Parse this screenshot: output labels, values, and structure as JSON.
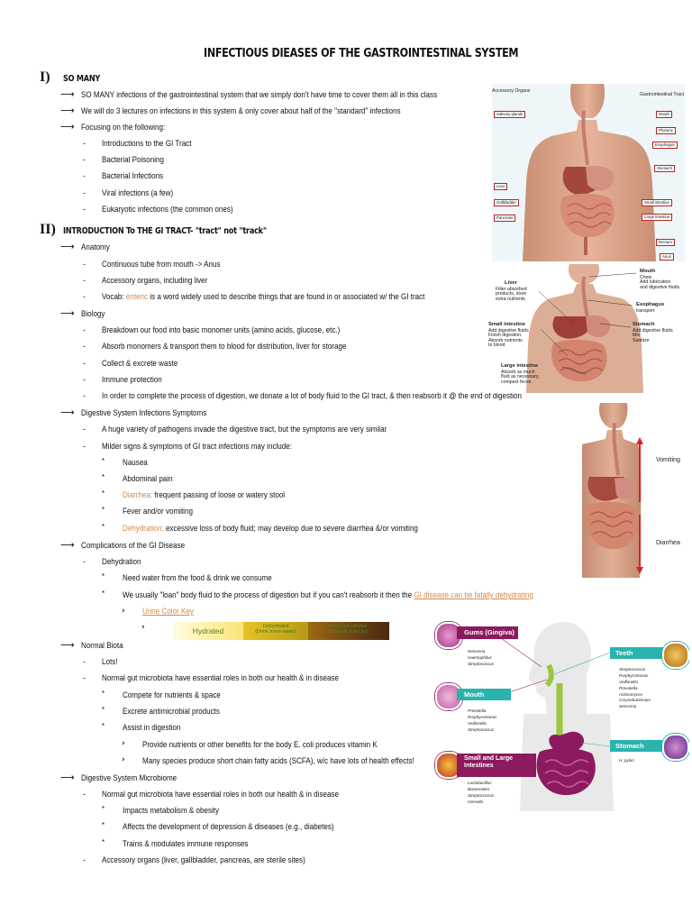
{
  "title": "INFECTIOUS DIEASES OF THE GASTROINTESTINAL SYSTEM",
  "section1": {
    "num": "I)",
    "heading": "SO MANY",
    "lines": [
      "SO MANY infections of the gastrointestinal system that we simply don't have time to cover them all in this class",
      "We will do 3 lectures on infections in this system & only cover about half of the \"standard\" infections",
      "Focusing on the following:",
      "Introductions to the GI Tract",
      "Bacterial Poisoning",
      "Bacterial Infections",
      "Viral infections (a few)",
      "Eukaryotic infections (the common ones)"
    ]
  },
  "section2": {
    "num": "II)",
    "heading": "INTRODUCTION To THE GI TRACT- \"tract\" not \"track\"",
    "anatomy": "Anatomy",
    "anatomy_items": [
      "Continuous tube from mouth -> Anus",
      "Accessory organs, including liver"
    ],
    "vocab_prefix": "Vocab:",
    "vocab_term": "enteric",
    "vocab_rest": "is a word widely used to describe things that are found in or associated w/ the GI tract",
    "biology": "Biology",
    "biology_items": [
      "Breakdown our food into basic monomer units (amino acids, glucose, etc.)",
      "Absorb monomers & transport them to blood for distribution, liver for storage",
      "Collect & excrete waste",
      "Immune protection",
      "In order to complete the process of digestion, we donate a lot of body fluid to the GI tract, & then reabsorb it @ the end of digestion"
    ],
    "symptoms": "Digestive System Infections Symptoms",
    "symptoms_items": [
      "A huge variety of pathogens invade the digestive tract, but the symptoms are very similar",
      "Milder signs & symptoms of GI tract infections may include:"
    ],
    "sym_nausea": "Nausea",
    "sym_abd": "Abdominal pain",
    "sym_diarrhea_term": "Diarrhea:",
    "sym_diarrhea_rest": "frequent passing of loose or watery stool",
    "sym_fever": "Fever and/or vomiting",
    "sym_dehyd_term": "Dehydration:",
    "sym_dehyd_rest": "excessive loss of body fluid; may develop due to severe diarrhea &/or vomiting",
    "complications": "Complications of the GI Disease",
    "dehydration": "Dehydration",
    "need_water": "Need water from the food & drink we consume",
    "loan_text": "We usually \"loan\" body fluid to the process of digestion but if you can't reabsorb it then the",
    "loan_link": "GI disease can be fatally dehydrating",
    "urine_key": "Urine Color Key",
    "urine_bar": {
      "hydrated": "Hydrated",
      "dehydrated": "Dehydrated",
      "dehydrated_sub": "(Drink more water)",
      "very": "Very Dehydrated",
      "very_sub": "(Consult a doctor)"
    },
    "normal_biota": "Normal Biota",
    "lots": "Lots!",
    "roles": "Normal gut microbiota have essential roles in both our health & in disease",
    "biota_items": [
      "Compete for nutrients & space",
      "Excrete antimicrobial products",
      "Assist in digestion"
    ],
    "digestion_sub": [
      "Provide nutrients or other benefits for the body E. coli produces vitamin K",
      "Many species produce short chain fatty acids (SCFA), w/c have lots of health effects!"
    ],
    "microbiome": "Digestive System Microbiome",
    "roles2": "Normal gut microbiota have essential roles in both our health & in disease",
    "microbiome_items": [
      "Impacts metabolism & obesity",
      "Affects the development of depression & diseases (e.g., diabetes)",
      "Trains & modulates immune responses"
    ],
    "accessory": "Accessory organs (liver, gallbladder, pancreas, are sterile sites)"
  },
  "figure1": {
    "left_header": "Accessory Organs",
    "right_header": "Gastrointestinal Tract",
    "left": [
      "Salivary glands",
      "Liver",
      "Gallbladder",
      "Pancreas"
    ],
    "right": [
      "Mouth",
      "Pharynx",
      "Esophagus",
      "Stomach",
      "Small intestine",
      "Large intestine",
      "Rectum",
      "Anus"
    ]
  },
  "figure2": {
    "liver_t": "Liver",
    "liver_d": "Filter absorbed\nproducts, store\nextra nutrients",
    "small_t": "Small intestine",
    "small_d": "Add digestive fluids\nFinish digestion\nAbsorb nutrients\nto blood",
    "large_t": "Large intestine",
    "large_d": "Absorb as much\nfluid as necessary,\ncompact feces",
    "mouth_t": "Mouth",
    "mouth_d": "Chew\nAdd lubrication\nand digestive fluids",
    "eso_t": "Esophagus",
    "eso_d": "transport",
    "stom_t": "Stomach",
    "stom_d": "Add digestive fluids\nMix\nSanitize"
  },
  "figure3": {
    "vomiting": "Vomiting",
    "diarrhea": "Diarrhea"
  },
  "figure4": {
    "gums": "Gums (Gingiva)",
    "gums_list": [
      "Neisseria",
      "Haemophilus",
      "Streptococcus"
    ],
    "teeth": "Teeth",
    "teeth_list": [
      "Streptococcus",
      "Porphyromonas",
      "Veillonella",
      "Prevotella",
      "Actinomyces",
      "Corynebacterium",
      "Neisseria"
    ],
    "mouth": "Mouth",
    "mouth_list": [
      "Prevotella",
      "Porphyromonas",
      "Veillonella",
      "Streptococcus"
    ],
    "stomach": "Stomach",
    "stomach_list": [
      "H. pylori"
    ],
    "intestines": "Small and Large\nIntestines",
    "intestines_list": [
      "Lactobacillus",
      "Bacteroides",
      "Streptococcus",
      "Gemella"
    ]
  },
  "colors": {
    "accent": "#d4894a",
    "teal": "#2bb3ae",
    "magenta": "#8b1a5e",
    "arrow_red": "#e02020"
  }
}
